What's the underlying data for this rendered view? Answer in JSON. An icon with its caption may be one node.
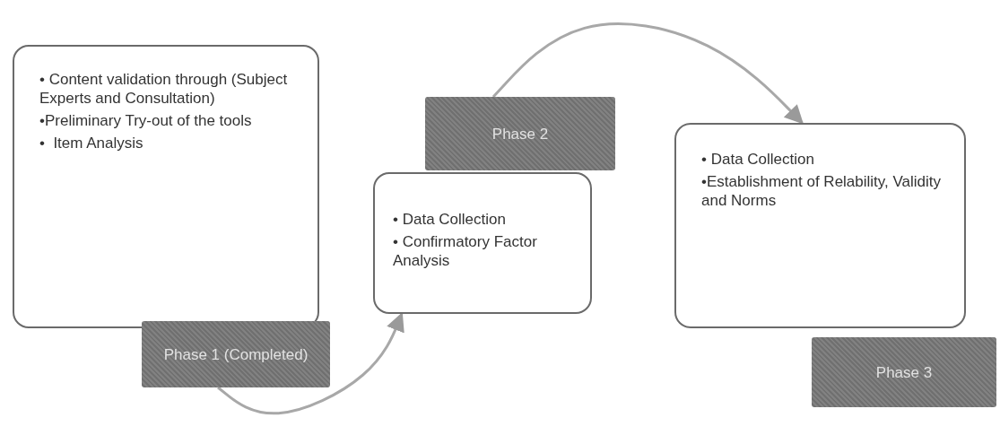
{
  "diagram": {
    "nodes": [
      {
        "text": [
          "• Content validation through (Subject Experts and Consultation)",
          "•Preliminary Try-out of the tools",
          "•  Item Analysis"
        ]
      },
      {
        "text": [
          "Phase 1 (Completed)"
        ]
      },
      {
        "text": [
          "• Data Collection",
          "• Confirmatory Factor Analysis"
        ]
      },
      {
        "text": [
          "Phase 2"
        ]
      },
      {
        "text": [
          "• Data Collection",
          "•Establishment of Relability, Validity and Norms"
        ]
      },
      {
        "text": [
          "Phase 3"
        ]
      }
    ],
    "edges": [
      {
        "from": 1,
        "to": 2,
        "arrow": "to"
      },
      {
        "from": 3,
        "to": 4,
        "arrow": "to"
      }
    ]
  }
}
